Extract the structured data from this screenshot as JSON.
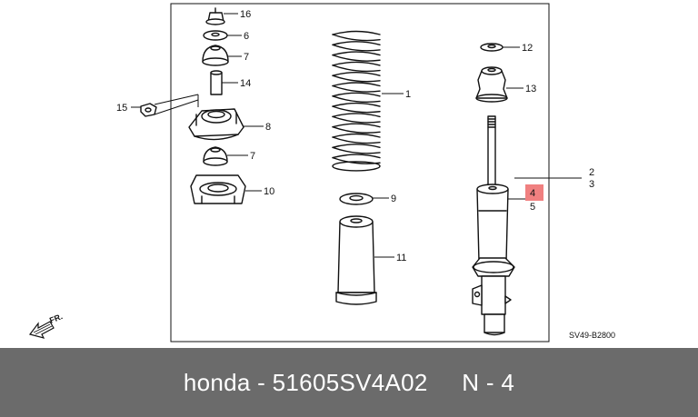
{
  "diagram": {
    "code": "SV49-B2800",
    "direction_label": "FR.",
    "callouts": {
      "c16": "16",
      "c6": "6",
      "c7a": "7",
      "c14": "14",
      "c15": "15",
      "c8": "8",
      "c7b": "7",
      "c10": "10",
      "c1": "1",
      "c9": "9",
      "c11": "11",
      "c12": "12",
      "c13": "13",
      "c2": "2",
      "c3": "3",
      "c4": "4",
      "c5": "5"
    },
    "highlight_color": "#f08080"
  },
  "footer": {
    "text": "honda - 51605SV4A02     N - 4"
  },
  "colors": {
    "footer_bg": "#6b6b6b",
    "footer_text": "#ffffff"
  }
}
